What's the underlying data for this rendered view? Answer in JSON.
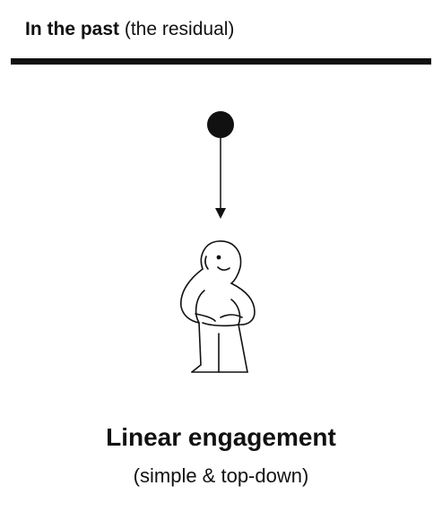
{
  "header": {
    "bold": "In the past",
    "light": "(the residual)"
  },
  "title": "Linear engagement",
  "subtitle": "(simple & top-down)",
  "icons": {
    "source": "node-dot-icon",
    "flow": "arrow-down-icon",
    "person": "person-figure-icon"
  },
  "colors": {
    "ink": "#111111",
    "background": "#ffffff"
  }
}
